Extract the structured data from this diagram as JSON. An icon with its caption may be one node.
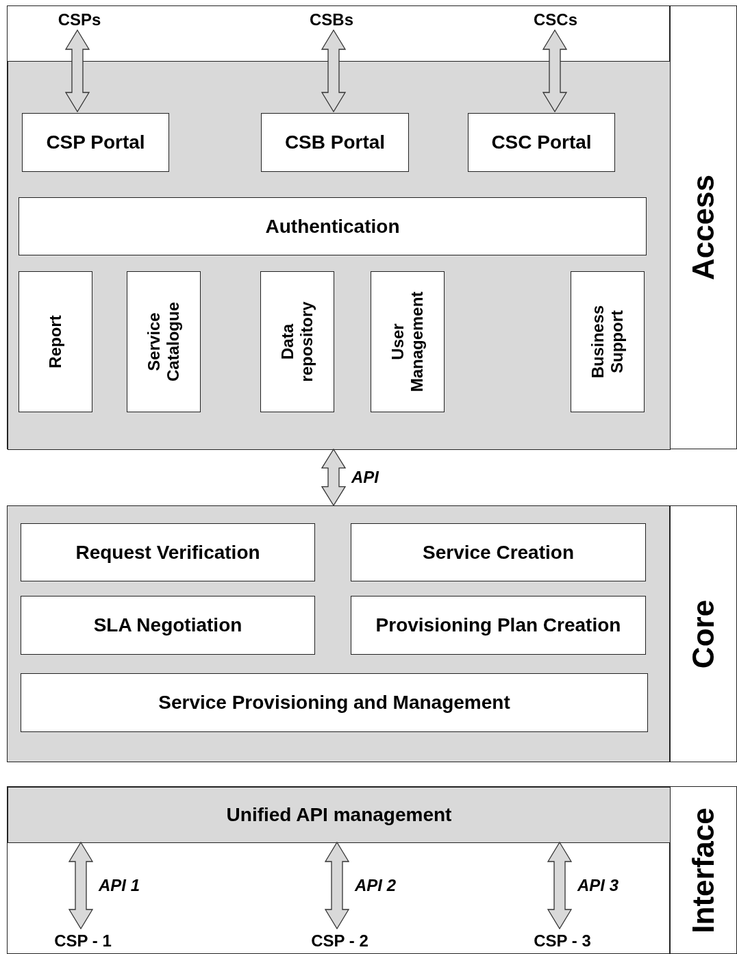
{
  "diagram": {
    "nodes": [
      {
        "text": [],
        "shape": "box"
      },
      {
        "text": [
          "CSPs"
        ],
        "in": 0
      },
      {
        "text": [
          "CSBs"
        ],
        "in": 0
      },
      {
        "text": [
          "CSCs"
        ],
        "in": 0
      },
      {
        "text": [],
        "shape": "box",
        "in": 0
      },
      {
        "text": [
          "CSP Portal"
        ],
        "in": 4
      },
      {
        "text": [
          "CSB Portal"
        ],
        "in": 4
      },
      {
        "text": [
          "CSC Portal"
        ],
        "in": 4
      },
      {
        "text": [
          "Authentication"
        ],
        "in": 4
      },
      {
        "text": [
          "Report"
        ],
        "in": 4
      },
      {
        "text": [
          "Service Catalogue"
        ],
        "in": 4
      },
      {
        "text": [
          "Data repository"
        ],
        "in": 4
      },
      {
        "text": [
          "User Management"
        ],
        "in": 4
      },
      {
        "text": [
          "Business Support"
        ],
        "in": 4
      },
      {
        "text": [
          "Access"
        ]
      },
      {
        "text": [],
        "shape": "box"
      },
      {
        "text": [
          "Request Verification"
        ],
        "in": 15
      },
      {
        "text": [
          "Service Creation"
        ],
        "in": 15
      },
      {
        "text": [
          "SLA Negotiation"
        ],
        "in": 15
      },
      {
        "text": [
          "Provisioning Plan Creation"
        ],
        "in": 15
      },
      {
        "text": [
          "Service Provisioning and Management"
        ],
        "in": 15
      },
      {
        "text": [
          "Core"
        ]
      },
      {
        "text": [],
        "shape": "box"
      },
      {
        "text": [
          "Unified API management"
        ],
        "in": 22
      },
      {
        "text": [
          "CSP - 1"
        ],
        "in": 22
      },
      {
        "text": [
          "CSP - 2"
        ],
        "in": 22
      },
      {
        "text": [
          "CSP - 3"
        ],
        "in": 22
      },
      {
        "text": [
          "Interface"
        ]
      }
    ],
    "edges": [
      {
        "from": 1,
        "to": 5,
        "arrow": "both"
      },
      {
        "from": 2,
        "to": 6,
        "arrow": "both"
      },
      {
        "from": 3,
        "to": 7,
        "arrow": "both"
      },
      {
        "from": 4,
        "to": 15,
        "arrow": "both",
        "label": "API"
      },
      {
        "from": 23,
        "to": 24,
        "arrow": "both",
        "label": "API 1"
      },
      {
        "from": 23,
        "to": 25,
        "arrow": "both",
        "label": "API 2"
      },
      {
        "from": 23,
        "to": 26,
        "arrow": "both",
        "label": "API 3"
      }
    ]
  }
}
